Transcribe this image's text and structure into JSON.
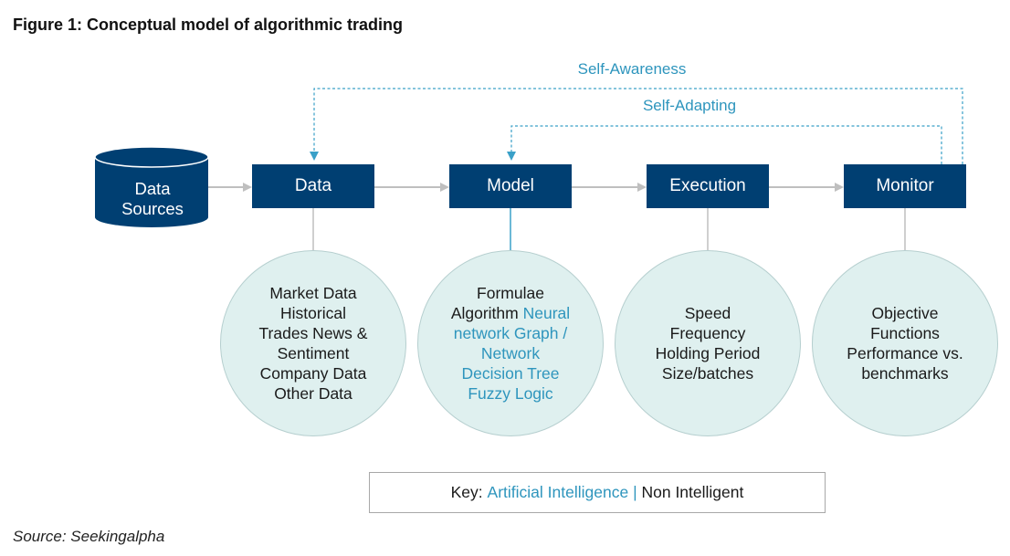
{
  "title": "Figure 1: Conceptual model of algorithmic trading",
  "colors": {
    "stage_fill": "#003f72",
    "ai_text": "#2e95bd",
    "loop_line": "#3aa0c8",
    "circle_fill": "#dff0ef",
    "arrow": "#bfbfbf"
  },
  "loops": {
    "outer_label": "Self-Awareness",
    "inner_label": "Self-Adapting"
  },
  "data_source": {
    "line1": "Data",
    "line2": "Sources"
  },
  "stages": [
    {
      "label": "Data",
      "details": [
        {
          "text": "Market Data",
          "ai": false
        },
        {
          "text": "Historical",
          "ai": false
        },
        {
          "text": "Trades News &",
          "ai": false
        },
        {
          "text": "Sentiment",
          "ai": false
        },
        {
          "text": "Company Data",
          "ai": false
        },
        {
          "text": "Other Data",
          "ai": false
        }
      ]
    },
    {
      "label": "Model",
      "details": [
        {
          "text": "Formulae",
          "ai": false
        },
        {
          "text": "Algorithm",
          "ai": false
        },
        {
          "text": "Neural",
          "ai": true
        },
        {
          "text": "network Graph /",
          "ai": true
        },
        {
          "text": "Network",
          "ai": true
        },
        {
          "text": "Decision Tree",
          "ai": true
        },
        {
          "text": "Fuzzy Logic",
          "ai": true
        }
      ]
    },
    {
      "label": "Execution",
      "details": [
        {
          "text": "Speed",
          "ai": false
        },
        {
          "text": "Frequency",
          "ai": false
        },
        {
          "text": "Holding Period",
          "ai": false
        },
        {
          "text": "Size/batches",
          "ai": false
        }
      ]
    },
    {
      "label": "Monitor",
      "details": [
        {
          "text": "Objective",
          "ai": false
        },
        {
          "text": "Functions",
          "ai": false
        },
        {
          "text": "Performance vs.",
          "ai": false
        },
        {
          "text": "benchmarks",
          "ai": false
        }
      ]
    }
  ],
  "key": {
    "prefix": "Key:",
    "ai_label": "Artificial Intelligence",
    "separator": "|",
    "non_ai_label": "Non Intelligent"
  },
  "source": "Source: Seekingalpha"
}
